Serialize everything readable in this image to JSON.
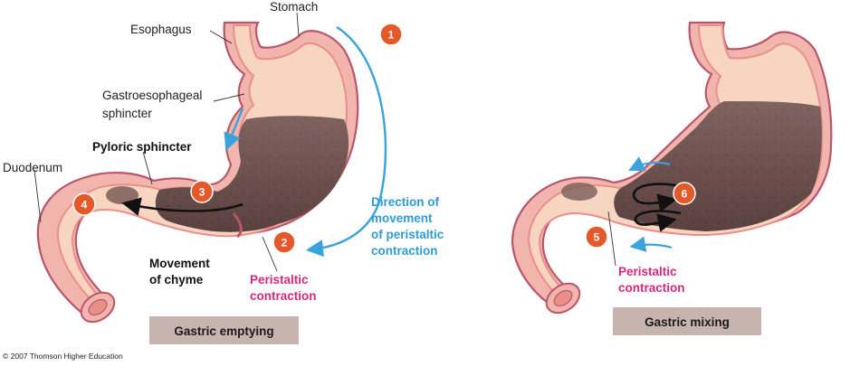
{
  "colors": {
    "wall_outer": "#b8566b",
    "wall_pink": "#f2b5ae",
    "wall_inner": "#e98f8a",
    "lumen_empty": "#f7d5c1",
    "chyme": "#6f5350",
    "chyme_dark": "#4a3333",
    "arrow_blue": "#3aa3db",
    "label_pink": "#d8277b",
    "badge": "#e3592a",
    "caption_box": "#c7b4ae"
  },
  "left_panel": {
    "labels": {
      "stomach": "Stomach",
      "esophagus": "Esophagus",
      "gastro_sphincter": [
        "Gastroesophageal",
        "sphincter"
      ],
      "pyloric": "Pyloric sphincter",
      "duodenum": "Duodenum",
      "direction": [
        "Direction of",
        "movement",
        "of peristaltic",
        "contraction"
      ],
      "movement_chyme": [
        "Movement",
        "of chyme"
      ],
      "peristaltic": [
        "Peristaltic",
        "contraction"
      ]
    },
    "badges": [
      "1",
      "2",
      "3",
      "4"
    ],
    "caption": "Gastric emptying"
  },
  "right_panel": {
    "labels": {
      "peristaltic": [
        "Peristaltic",
        "contraction"
      ]
    },
    "badges": [
      "5",
      "6"
    ],
    "caption": "Gastric mixing"
  },
  "copyright": "© 2007 Thomson Higher Education"
}
